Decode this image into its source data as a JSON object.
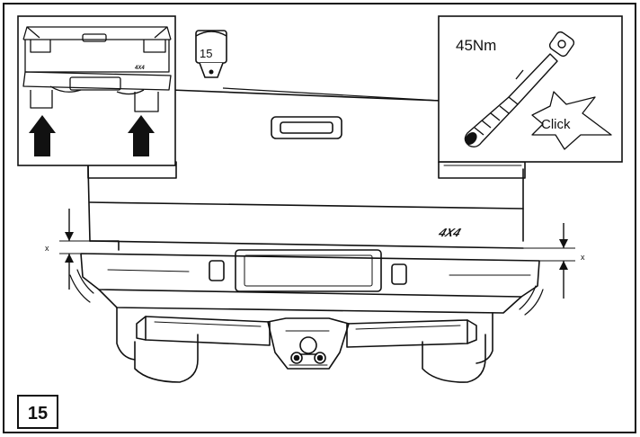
{
  "step": {
    "number": "15"
  },
  "socket": {
    "size": "15"
  },
  "torque": {
    "value": "45Nm",
    "click_label": "Click"
  },
  "vehicle": {
    "badge": "4X4"
  },
  "clearance": {
    "left_label": "x",
    "right_label": "x"
  },
  "colors": {
    "ink": "#111111",
    "paper": "#ffffff"
  },
  "icons": [
    "arrow-up-icon",
    "socket-icon",
    "torque-wrench-icon"
  ]
}
